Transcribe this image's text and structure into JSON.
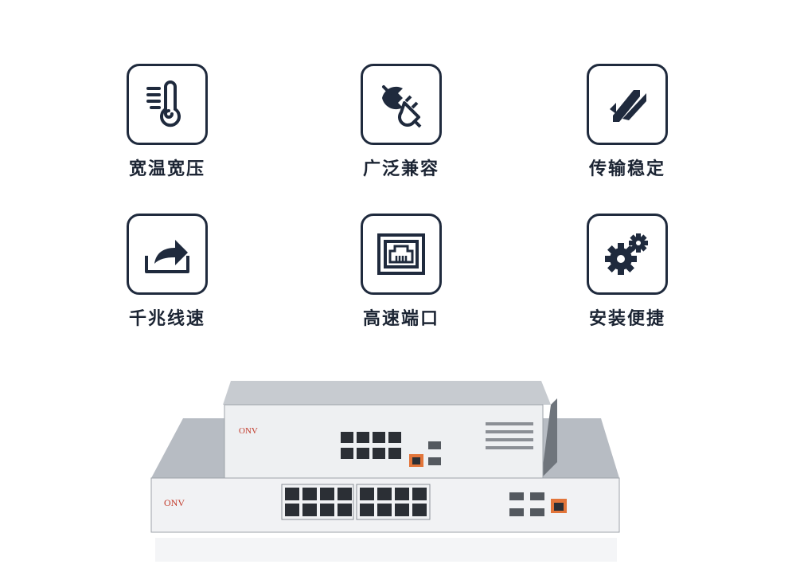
{
  "features": [
    {
      "label": "宽温宽压",
      "icon": "thermometer-icon"
    },
    {
      "label": "广泛兼容",
      "icon": "plug-icon"
    },
    {
      "label": "传输稳定",
      "icon": "transfer-arrows-icon"
    },
    {
      "label": "千兆线速",
      "icon": "share-arrow-icon"
    },
    {
      "label": "高速端口",
      "icon": "ethernet-port-icon"
    },
    {
      "label": "安装便捷",
      "icon": "gears-icon"
    }
  ],
  "product": {
    "brand_top": "ONV",
    "brand_bottom": "ONV"
  },
  "colors": {
    "icon_stroke": "#1f2a3d",
    "label": "#1b2433",
    "chassis": "#c9ccd1",
    "panel": "#f2f3f5",
    "accent_orange": "#e2753a"
  }
}
